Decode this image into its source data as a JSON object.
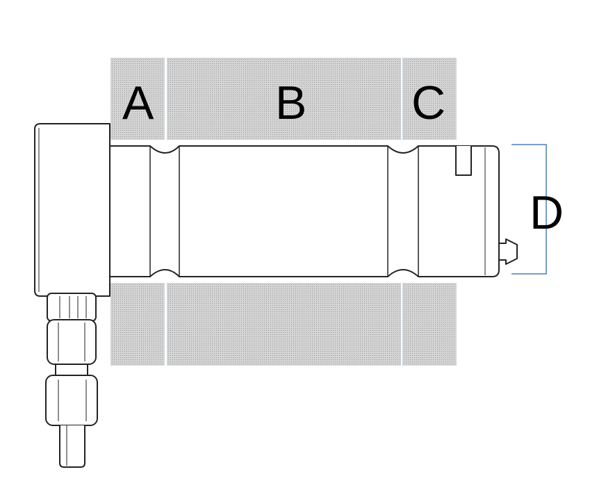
{
  "labels": {
    "a": "A",
    "b": "B",
    "c": "C",
    "d": "D"
  },
  "colors": {
    "zone_fill": "#d4d4d4",
    "outline": "#222222",
    "dimension_line": "#4a7fb5"
  }
}
